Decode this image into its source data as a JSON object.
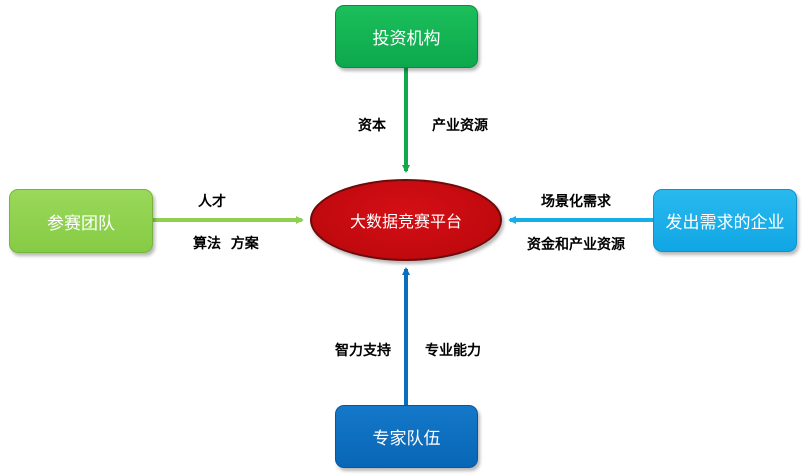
{
  "nodes": {
    "center": "大数据竞赛平台",
    "investor": "投资机构",
    "team": "参赛团队",
    "enterprise": "发出需求的企业",
    "expert": "专家队伍"
  },
  "edges": {
    "investor_to_center": {
      "label_left": "资本",
      "label_right": "产业资源",
      "color": "#12a84e"
    },
    "team_to_center": {
      "label_top": "人才",
      "label_bottom": "算法  方案",
      "color": "#8fd14f"
    },
    "enterprise_to_center": {
      "label_top": "场景化需求",
      "label_bottom": "资金和产业资源",
      "color": "#14aee8"
    },
    "expert_to_center": {
      "label_left": "智力支持",
      "label_right": "专业能力",
      "color": "#0b6ebd"
    }
  },
  "colors": {
    "center": "#c00a0f",
    "investor": "#12b553",
    "team": "#8fd14f",
    "enterprise": "#14aee8",
    "expert": "#0b6ebd"
  }
}
